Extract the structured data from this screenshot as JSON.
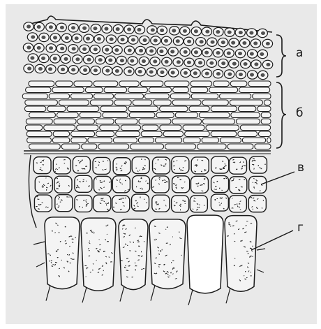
{
  "labels": {
    "a": "а",
    "b": "б",
    "v": "в",
    "g": "г"
  },
  "colors": {
    "background": "#e9e9e9",
    "ink": "#1a1a1a",
    "cell_fill": "#f4f4f4"
  }
}
